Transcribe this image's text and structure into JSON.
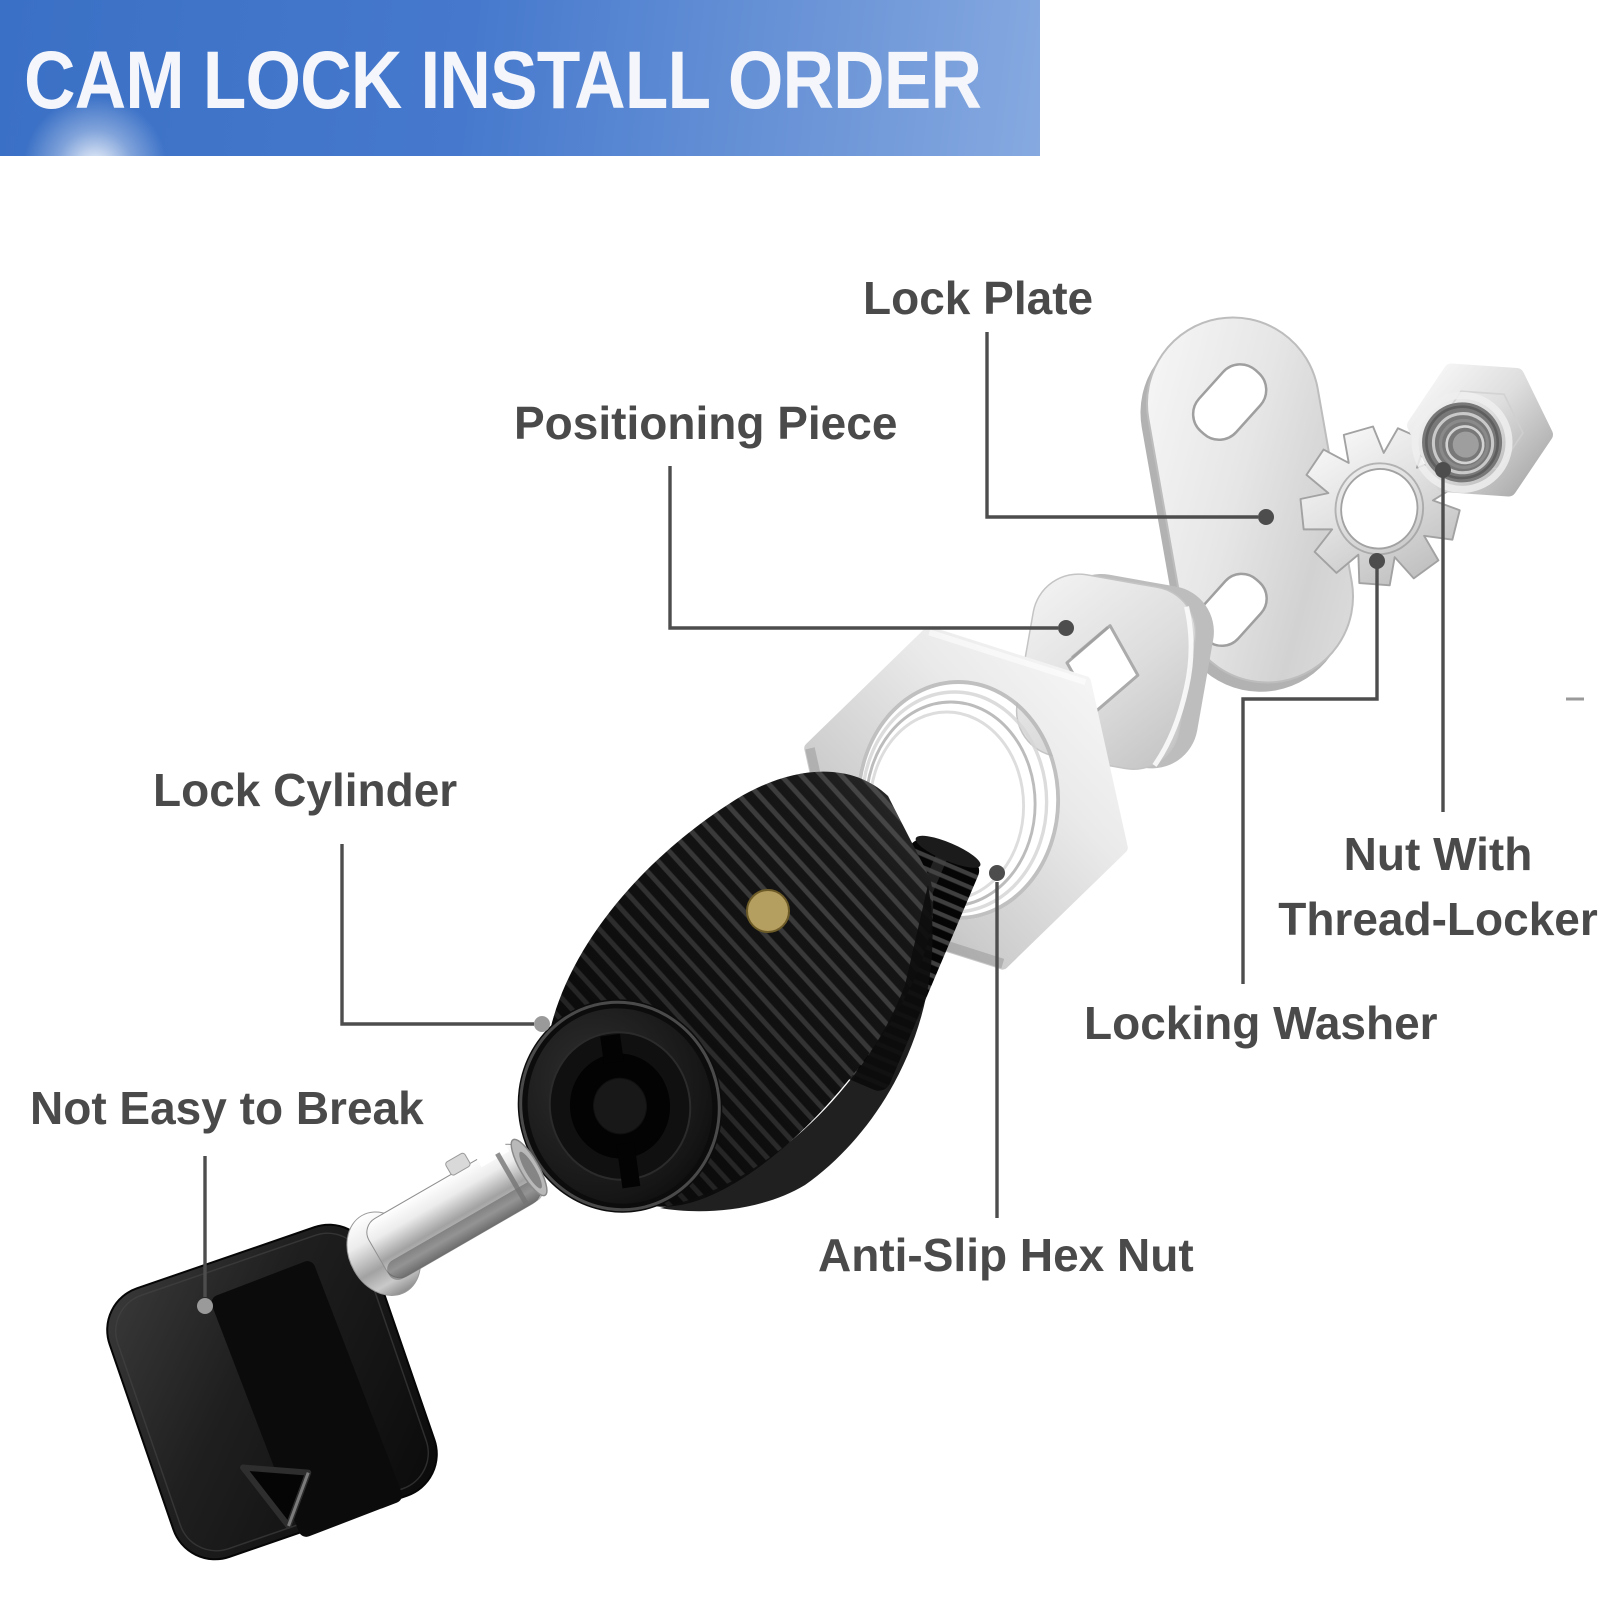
{
  "header": {
    "title": "CAM LOCK INSTALL ORDER",
    "bg_color_left": "#3a70c5",
    "bg_color_right": "#86a9e0",
    "text_color": "#f4f6fb"
  },
  "labels": {
    "lock_plate": "Lock Plate",
    "positioning_piece": "Positioning Piece",
    "lock_cylinder": "Lock Cylinder",
    "not_easy_to_break": "Not Easy to Break",
    "anti_slip_hex_nut": "Anti-Slip Hex Nut",
    "locking_washer": "Locking Washer",
    "nut_with_thread_locker_line1": "Nut With",
    "nut_with_thread_locker_line2": "Thread-Locker"
  },
  "style": {
    "label_color": "#4a4a4a",
    "leader_line_color": "#4d4d4d",
    "metal_color": "#d9d9d9",
    "lock_body_color": "#121212",
    "brass_pin_color": "#b49e60"
  },
  "parts": [
    "key",
    "lock-cylinder",
    "anti-slip-hex-nut",
    "positioning-piece",
    "lock-plate",
    "locking-washer",
    "nut-with-thread-locker"
  ]
}
